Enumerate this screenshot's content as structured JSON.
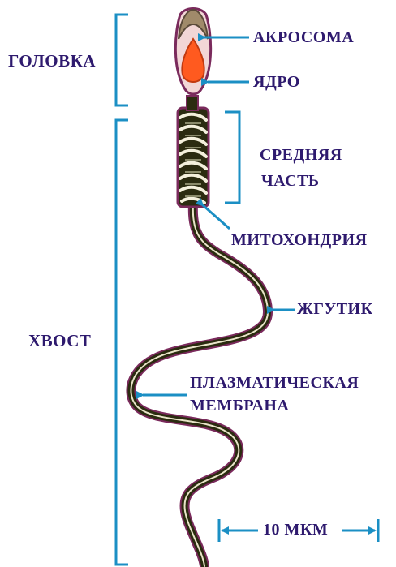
{
  "labels": {
    "head": "ГОЛОВКА",
    "tail": "ХВОСТ",
    "acrosome": "АКРОСОМА",
    "nucleus": "ЯДРО",
    "midpiece_line1": "СРЕДНЯЯ",
    "midpiece_line2": "ЧАСТЬ",
    "mitochondria": "МИТОХОНДРИЯ",
    "flagellum": "ЖГУТИК",
    "membrane_line1": "ПЛАЗМАТИЧЕСКАЯ",
    "membrane_line2": "МЕМБРАНА",
    "scale": "10 МКМ"
  },
  "colors": {
    "text": "#2e1a6e",
    "pointer": "#1b8fc4",
    "membrane": "#7a2a5c",
    "tail_fill": "#2b2b10",
    "nucleus": "#ff5a1f",
    "acrosome": "#a08a6a",
    "head_fill": "#f2d6d6"
  }
}
